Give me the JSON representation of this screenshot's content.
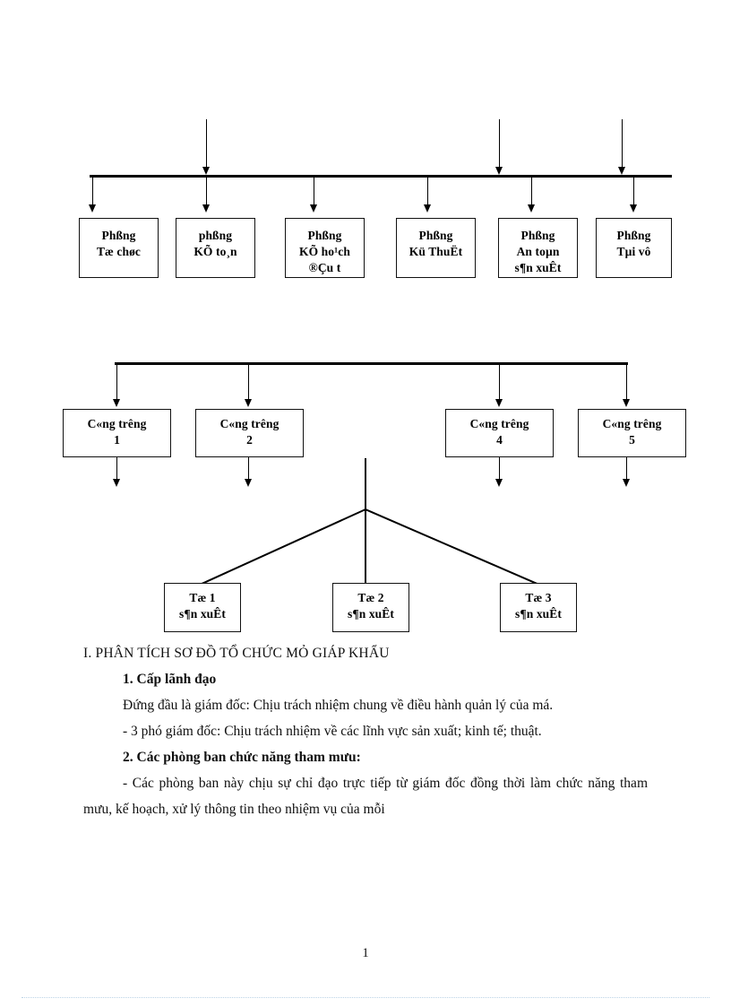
{
  "document": {
    "page_number": "1"
  },
  "diagram": {
    "row1": {
      "nodes": [
        {
          "line1": "PhßNG",
          "line1_display": "Phßng",
          "line2": "Tæ chøc",
          "line3": ""
        },
        {
          "line1_display": "phßng",
          "line2": "KÕ to¸n",
          "line3": ""
        },
        {
          "line1_display": "Phßng",
          "line2": "KÕ ho¹ch",
          "line3": "®Çu t"
        },
        {
          "line1_display": "Phßng",
          "line2": "Kü ThuËt",
          "line3": ""
        },
        {
          "line1_display": "Phßng",
          "line2": "An toµn",
          "line3": "s¶n xuÊt"
        },
        {
          "line1_display": "Phßng",
          "line2": "Tµi vô",
          "line3": ""
        }
      ]
    },
    "row2": {
      "nodes": [
        {
          "line1": "C«ng trêng",
          "line2": "1"
        },
        {
          "line1": "C«ng trêng",
          "line2": "2"
        },
        {
          "line1": "C«ng trêng",
          "line2": "4"
        },
        {
          "line1": "C«ng trêng",
          "line2": "5"
        }
      ]
    },
    "row3": {
      "nodes": [
        {
          "line1": "Tæ  1",
          "line2": "s¶n xuÊt"
        },
        {
          "line1": "Tæ 2",
          "line2": "s¶n xuÊt"
        },
        {
          "line1": "Tæ 3",
          "line2": "s¶n xuÊt"
        }
      ]
    }
  },
  "body": {
    "section_heading": "I. PHÂN TÍCH SƠ ĐỒ TỔ CHỨC MỎ GIÁP KHẨU",
    "sub1_heading": "1. Cấp lãnh đạo",
    "sub1_para1": "Đứng đầu là giám đốc: Chịu trách nhiệm chung về điều hành quản lý của má.",
    "sub1_para2": "- 3 phó giám đốc: Chịu trách nhiệm về các lĩnh vực sản xuất; kinh tế; thuật.",
    "sub2_heading": "2. Các phòng ban chức năng tham mưu:",
    "sub2_para1": "- Các phòng ban này chịu sự chỉ đạo trực tiếp từ giám đốc đồng thời làm chức năng tham mưu, kế hoạch, xử lý thông tin theo nhiệm vụ của mỗi"
  }
}
